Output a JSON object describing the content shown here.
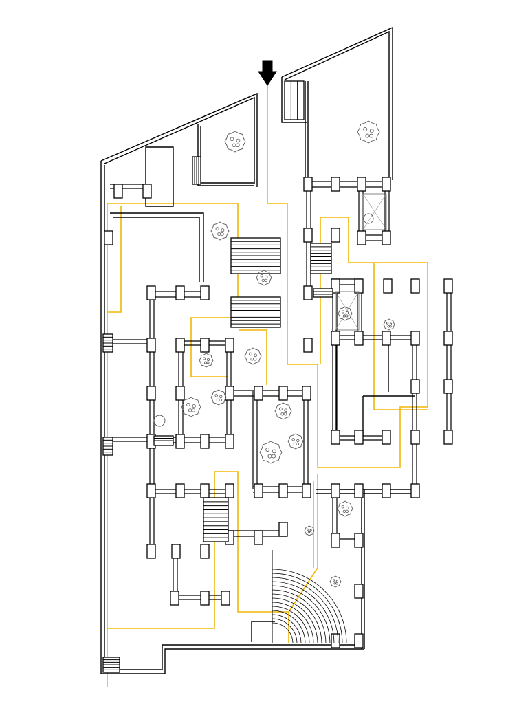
{
  "drawing": {
    "kind": "architectural-floor-plan",
    "entrance_marker": "down-arrow",
    "colors": {
      "wall": "#000000",
      "column_fill": "#ffffff",
      "circulation_path": "#f2b705",
      "trees": "#555555",
      "background": "#ffffff"
    },
    "elements": {
      "columns": "square-pillar",
      "stairs": "hatched-stair-flight",
      "trees": "tree-symbol",
      "amphitheater": "curved-tier-seating",
      "path": "yellow-circulation-line"
    }
  }
}
